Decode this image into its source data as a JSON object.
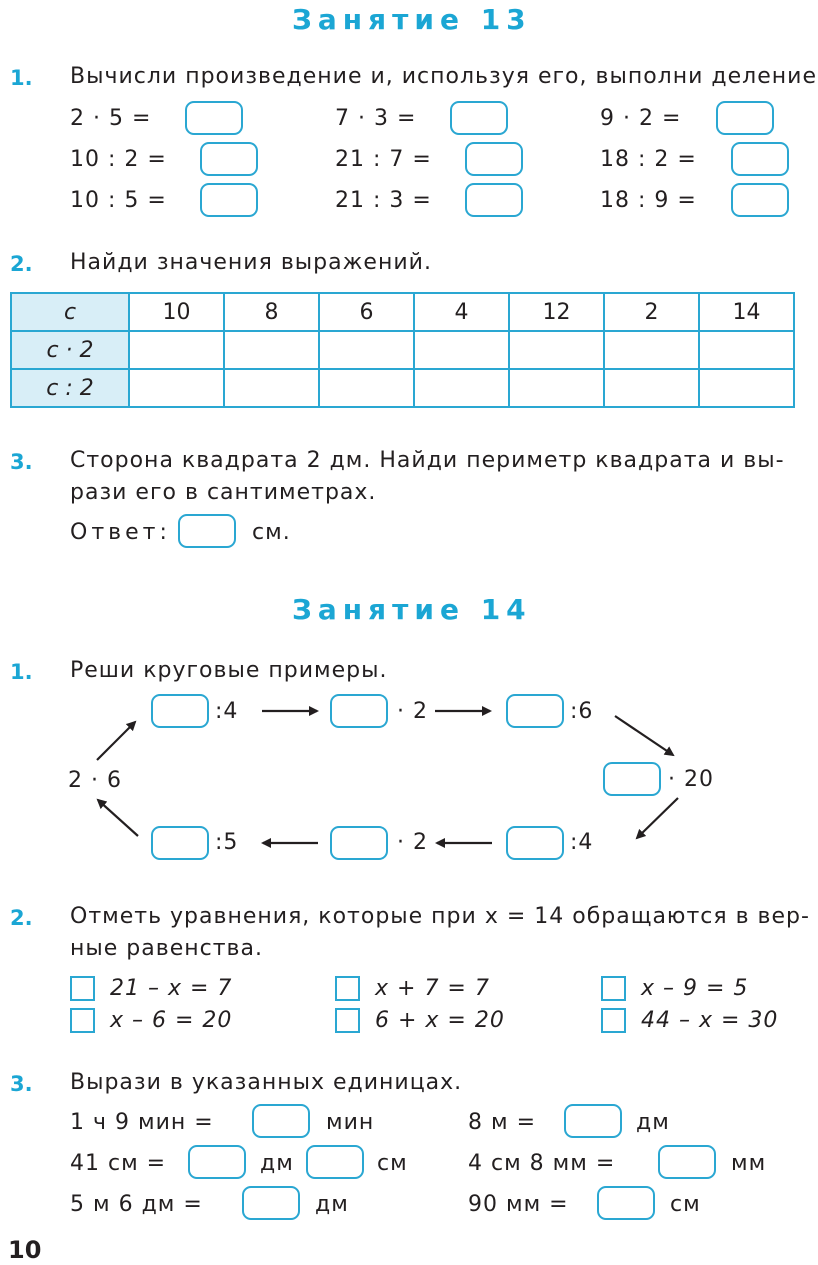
{
  "lesson13": {
    "title": "Занятие 13",
    "ex1": {
      "num": "1.",
      "text": "Вычисли произведение и, используя его, выполни деление.",
      "exprs": [
        "2 · 5 =",
        "7 · 3 =",
        "9 · 2 =",
        "10 : 2 =",
        "21 : 7 =",
        "18 : 2 =",
        "10 : 5 =",
        "21 : 3 =",
        "18 : 9 ="
      ]
    },
    "ex2": {
      "num": "2.",
      "text": "Найди значения выражений.",
      "table": {
        "header_label": "c",
        "values": [
          "10",
          "8",
          "6",
          "4",
          "12",
          "2",
          "14"
        ],
        "row_labels": [
          "c · 2",
          "c : 2"
        ]
      }
    },
    "ex3": {
      "num": "3.",
      "line1": "Сторона квадрата 2 дм. Найди периметр квадрата и вы-",
      "line2": "рази его в сантиметрах.",
      "answer_label": "Ответ:",
      "unit": "см."
    }
  },
  "lesson14": {
    "title": "Занятие 14",
    "ex1": {
      "num": "1.",
      "text": "Реши круговые примеры.",
      "ops": [
        ":4",
        "· 2",
        ":6",
        "· 20",
        ":4",
        "· 2",
        ":5"
      ],
      "start": "2 · 6"
    },
    "ex2": {
      "num": "2.",
      "line1": "Отметь уравнения, которые при x = 14 обращаются в вер-",
      "line2": "ные равенства.",
      "equations": [
        "21 – x = 7",
        "x + 7 = 7",
        "x – 9 = 5",
        "x – 6 = 20",
        "6 + x = 20",
        "44 – x = 30"
      ]
    },
    "ex3": {
      "num": "3.",
      "text": "Вырази в указанных единицах.",
      "parts": {
        "p1": "1 ч 9 мин =",
        "p1u": "мин",
        "p2": "8 м =",
        "p2u": "дм",
        "p3": "41 см =",
        "p3u1": "дм",
        "p3u2": "см",
        "p4": "4 см 8 мм =",
        "p4u": "мм",
        "p5": "5 м 6 дм =",
        "p5u": "дм",
        "p6": "90 мм =",
        "p6u": "см"
      }
    }
  },
  "page_number": "10",
  "colors": {
    "accent": "#1ba6d4",
    "table_header_bg": "#d8eef7"
  }
}
